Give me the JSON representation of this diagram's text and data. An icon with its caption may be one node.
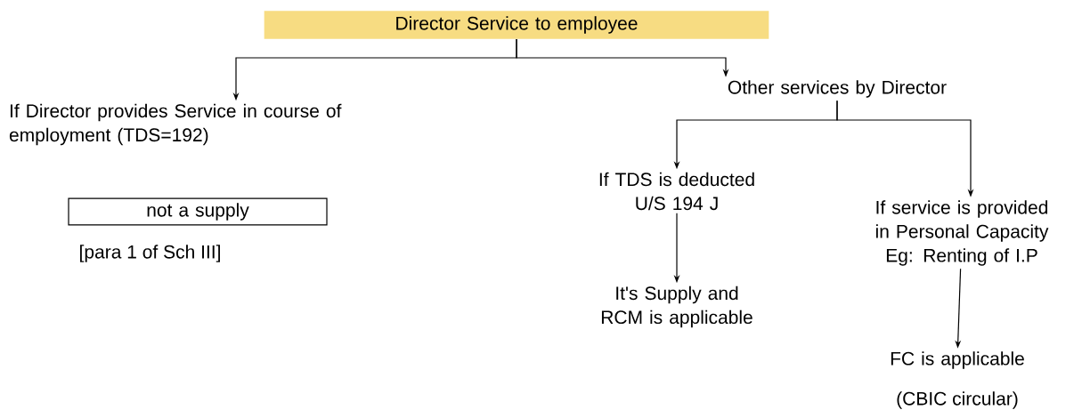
{
  "diagram": {
    "nodes": [
      {
        "text": [
          "Director Service to employee"
        ]
      },
      {
        "text": [
          "If Director provides Service in course of employment (TDS=192)"
        ]
      },
      {
        "text": [
          "not a supply"
        ],
        "beside": [
          "[para 1 of Sch III]"
        ]
      },
      {
        "text": [
          "Other services by Director"
        ]
      },
      {
        "text": [
          "If TDS is deducted U/S 194 J"
        ]
      },
      {
        "text": [
          "It's Supply and RCM is applicable"
        ]
      },
      {
        "text": [
          "If service is provided in Personal Capacity Eg: Renting of I.P"
        ]
      },
      {
        "text": [
          "FC is applicable"
        ],
        "beside": [
          "(CBIC circular)"
        ]
      }
    ],
    "edges": [
      {
        "from": 0,
        "to": 1,
        "arrow": "to"
      },
      {
        "from": 0,
        "to": 3,
        "arrow": "to"
      },
      {
        "from": 3,
        "to": 4,
        "arrow": "to"
      },
      {
        "from": 3,
        "to": 6,
        "arrow": "to"
      },
      {
        "from": 4,
        "to": 5,
        "arrow": "to"
      },
      {
        "from": 6,
        "to": 7,
        "arrow": "to"
      }
    ]
  }
}
